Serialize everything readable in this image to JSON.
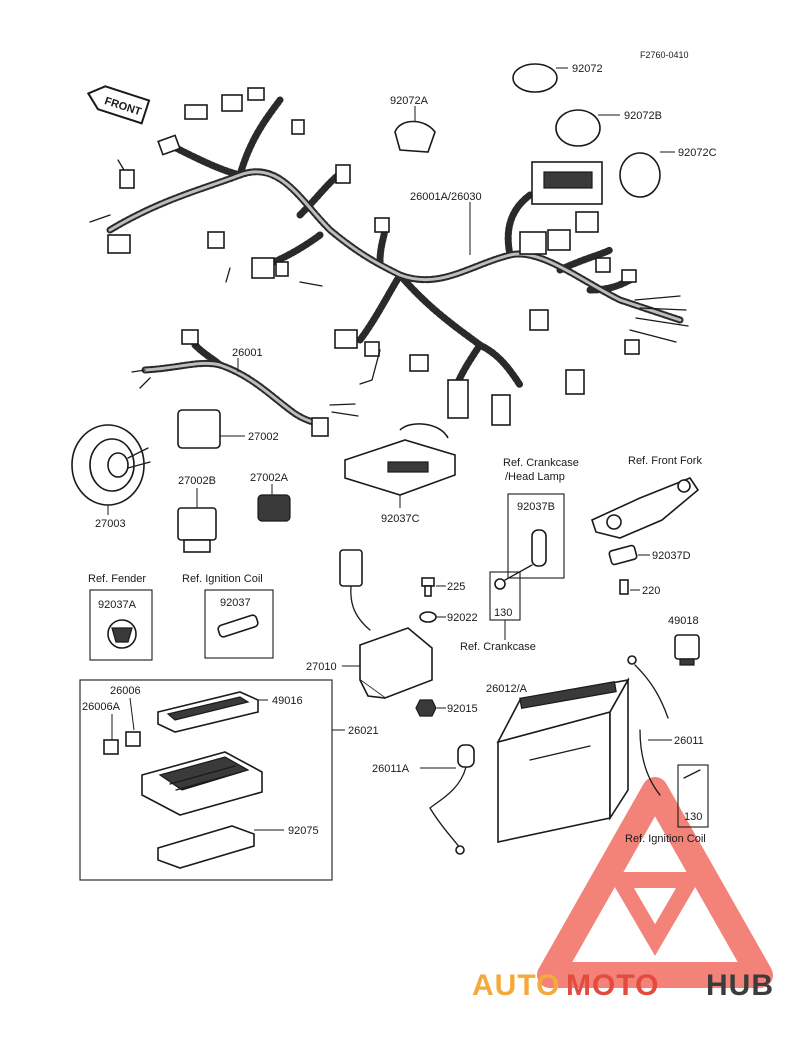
{
  "figure_code": "F2760-0410",
  "front_arrow": "FRONT",
  "logo": {
    "part1": "AUTO",
    "part2": "MOTO",
    "part3": "HUB",
    "color1": "#f4a93a",
    "color2": "#e24b3d",
    "color3": "#3c3c3c"
  },
  "labels": {
    "p92072": "92072",
    "p92072A": "92072A",
    "p92072B": "92072B",
    "p92072C": "92072C",
    "p26001A_26030": "26001A/26030",
    "p26001": "26001",
    "p27002": "27002",
    "p27003": "27003",
    "p27002B": "27002B",
    "p27002A": "27002A",
    "p92037C": "92037C",
    "ref_crankcase_head1": "Ref. Crankcase",
    "ref_crankcase_head2": "/Head Lamp",
    "p92037B": "92037B",
    "ref_front_fork": "Ref. Front Fork",
    "p92037D": "92037D",
    "p220": "220",
    "ref_fender": "Ref. Fender",
    "ref_ignition_coil_1": "Ref. Ignition Coil",
    "p92037A": "92037A",
    "p92037": "92037",
    "p225": "225",
    "p92022": "92022",
    "p130_a": "130",
    "ref_crankcase": "Ref. Crankcase",
    "p49018": "49018",
    "p27010": "27010",
    "p26006": "26006",
    "p26006A": "26006A",
    "p49016": "49016",
    "p26021": "26021",
    "p92015": "92015",
    "p26012A": "26012/A",
    "p26011": "26011",
    "p26011A": "26011A",
    "p130_b": "130",
    "ref_ignition_coil_2": "Ref. Ignition Coil",
    "p92075": "92075"
  }
}
